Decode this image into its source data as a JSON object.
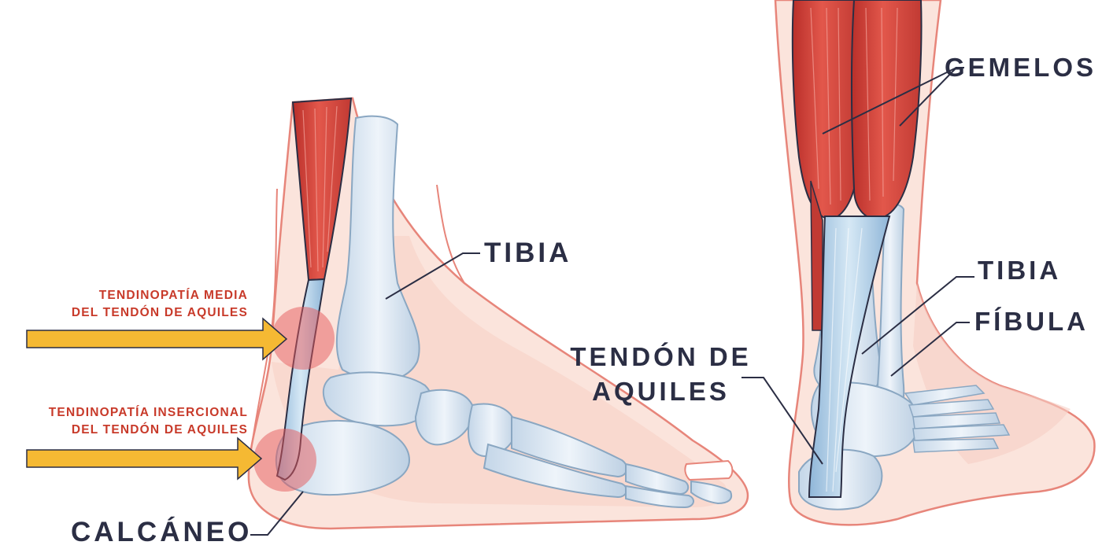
{
  "colors": {
    "label_dark": "#2b2e44",
    "label_red": "#c83a2a",
    "arrow_yellow": "#f5b933",
    "skin": "#f9d6cc",
    "skin_outline": "#e7857a",
    "bone": "#d7e4f1",
    "bone_outline": "#8aa7c2",
    "muscle": "#d8473d",
    "tendon": "#a8c8e3",
    "highlight_circle": "#e5585a"
  },
  "labels": {
    "tibia_left": "TIBIA",
    "calcaneo": "CALCÁNEO",
    "midportion_line1": "TENDINOPATÍA MEDIA",
    "midportion_line2": "DEL TENDÓN DE AQUILES",
    "insertional_line1": "TENDINOPATÍA INSERCIONAL",
    "insertional_line2": "DEL TENDÓN DE AQUILES",
    "gemelos": "GEMELOS",
    "tibia_right": "TIBIA",
    "fibula": "FÍBULA",
    "achilles_line1": "TENDÓN DE",
    "achilles_line2": "AQUILES"
  }
}
